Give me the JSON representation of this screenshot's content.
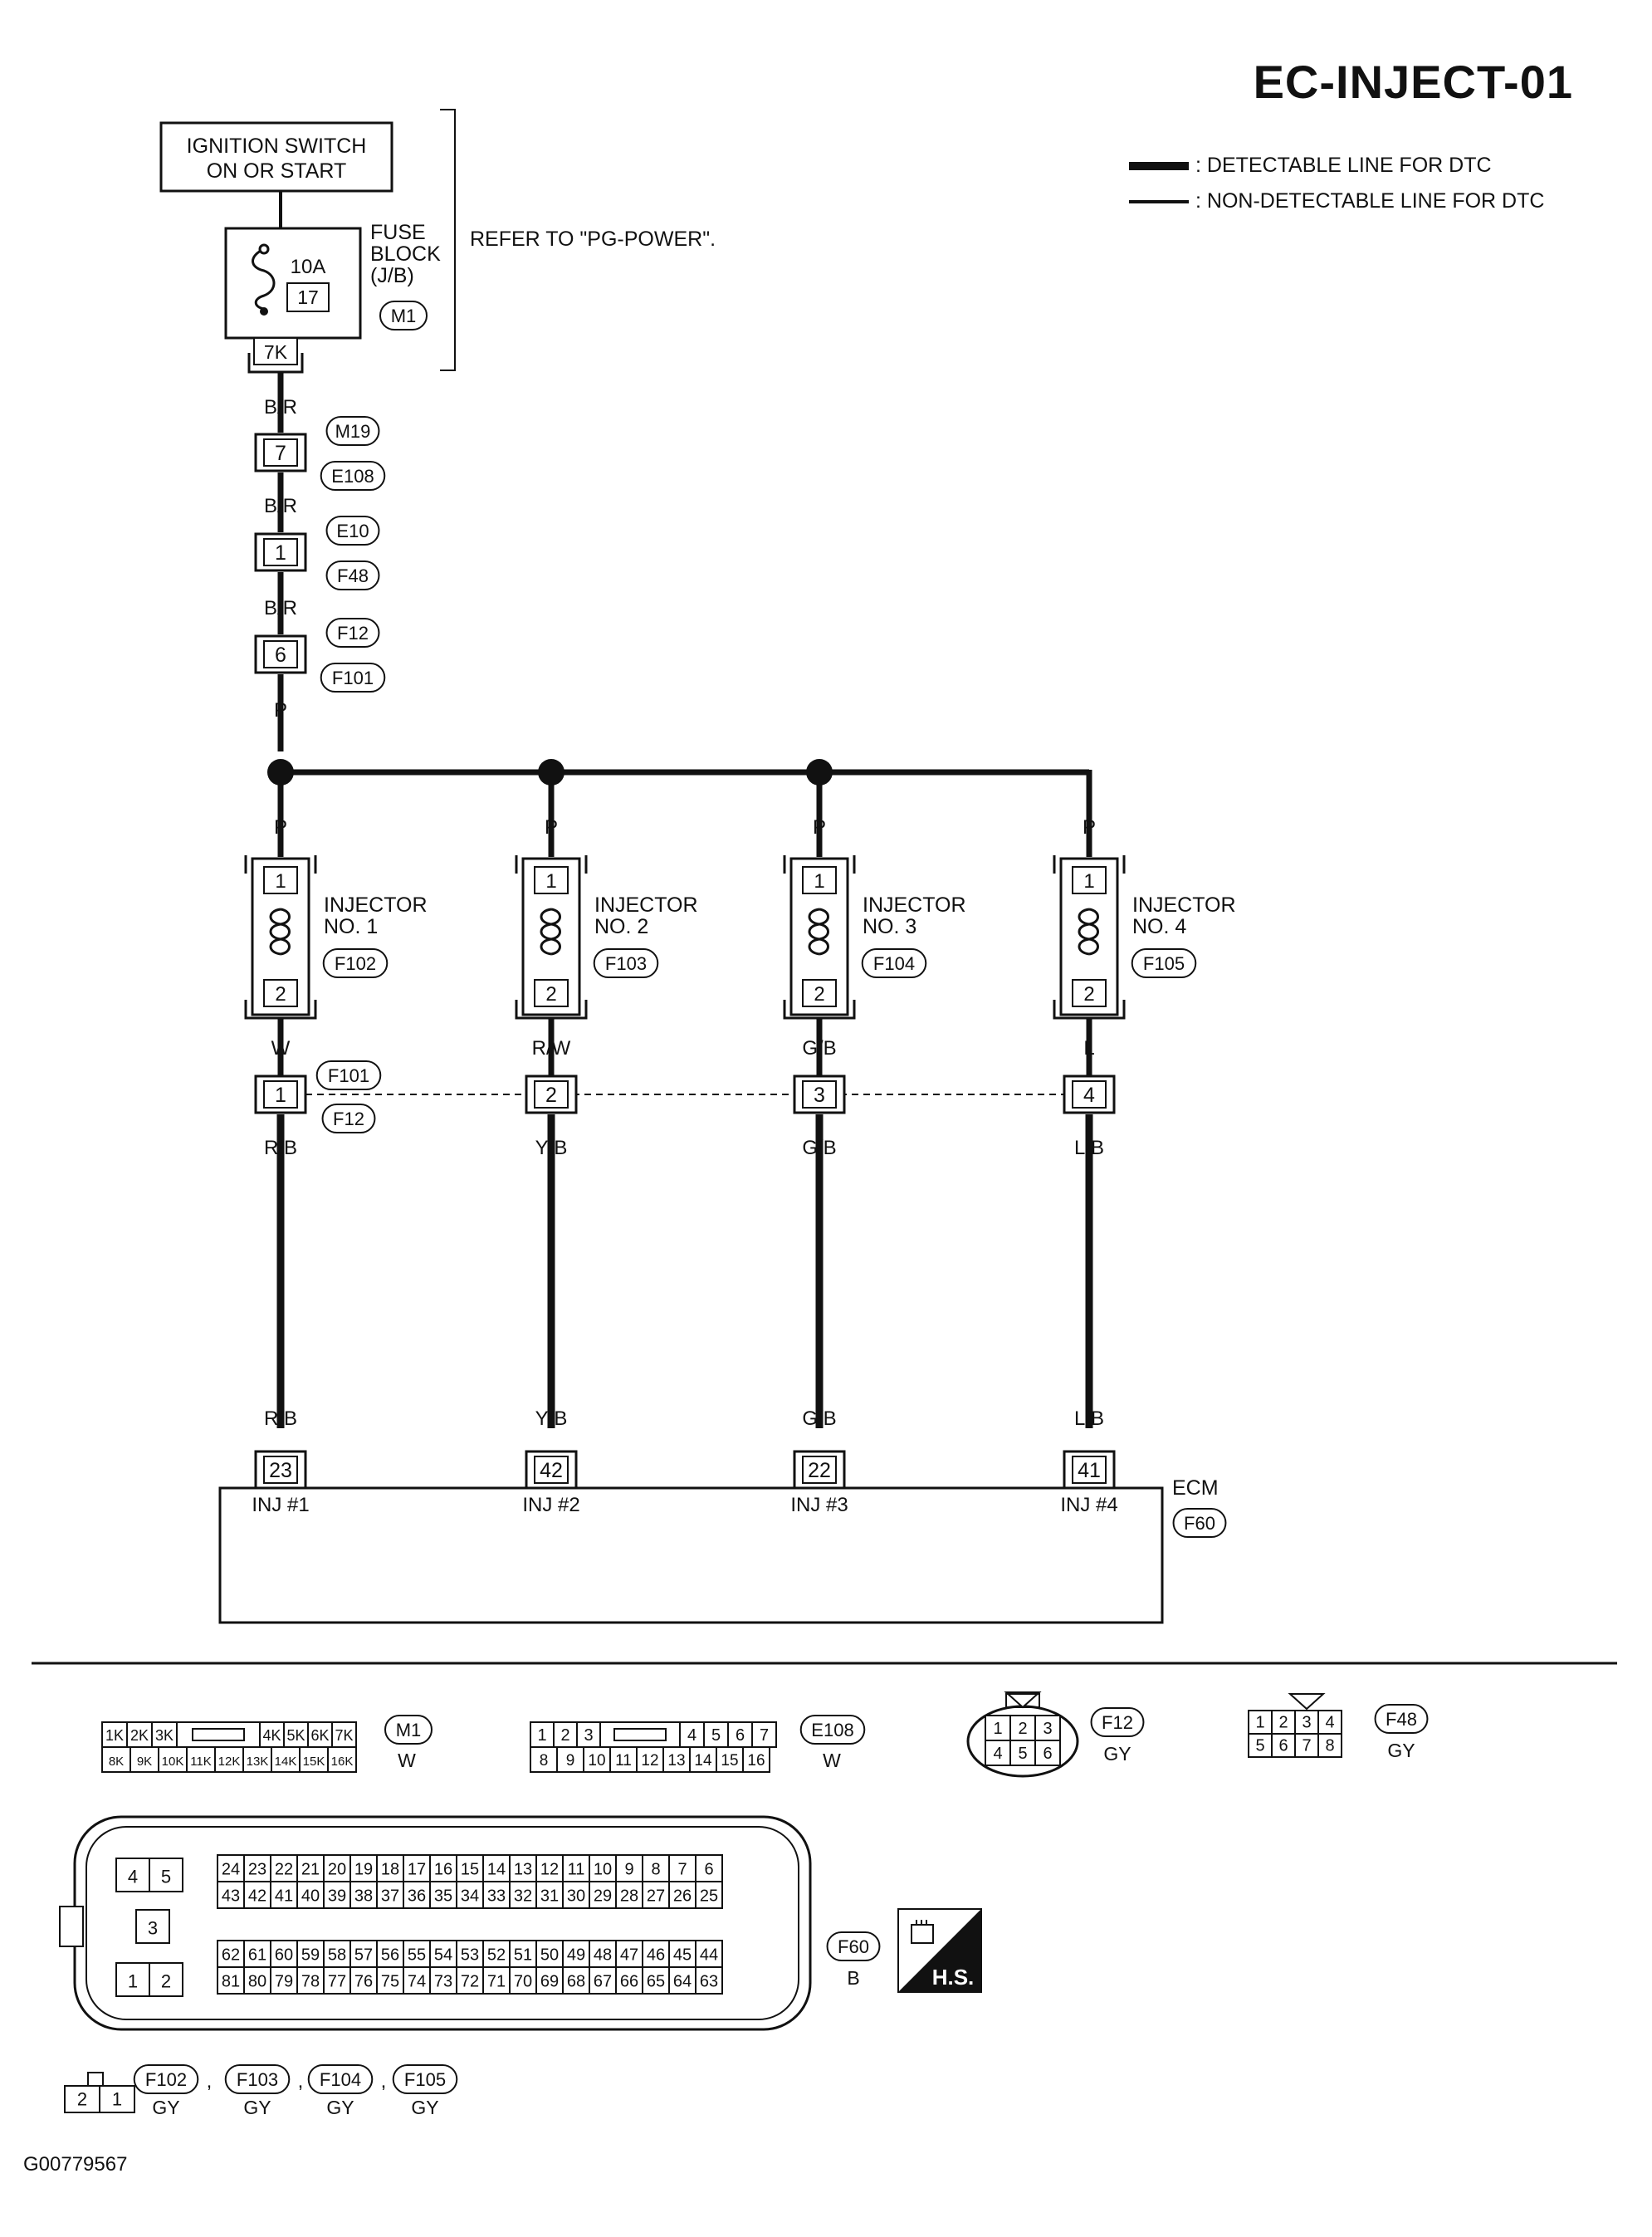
{
  "page": {
    "title": "EC-INJECT-01",
    "figure_code": "G00779567"
  },
  "legend": {
    "detectable": ": DETECTABLE LINE FOR DTC",
    "non_detectable": ": NON-DETECTABLE LINE FOR DTC"
  },
  "power": {
    "ignition_line1": "IGNITION SWITCH",
    "ignition_line2": "ON OR START",
    "fuse_line1": "FUSE",
    "fuse_line2": "BLOCK",
    "fuse_line3": "(J/B)",
    "fuse_amp": "10A",
    "fuse_num": "17",
    "fuse_conn": "M1",
    "fuse_term": "7K",
    "refer": "REFER TO \"PG-POWER\"."
  },
  "supply_chain": [
    {
      "wire": "B/R",
      "pin": "7",
      "conn_top": "M19",
      "conn_bottom": "E108"
    },
    {
      "wire": "B/R",
      "pin": "1",
      "conn_top": "E10",
      "conn_bottom": "F48"
    },
    {
      "wire": "B/R",
      "pin": "6",
      "conn_top": "F12",
      "conn_bottom": "F101"
    }
  ],
  "supply_wire_after": "P",
  "injectors": [
    {
      "name_line1": "INJECTOR",
      "name_line2": "NO. 1",
      "conn": "F102",
      "supply_wire": "P",
      "pin_top": "1",
      "pin_bottom": "2",
      "out_wire": "W",
      "joint_pin": "1",
      "harness_wire": "R/B",
      "ecm_wire": "R/B",
      "ecm_pin": "23",
      "ecm_label": "INJ #1"
    },
    {
      "name_line1": "INJECTOR",
      "name_line2": "NO. 2",
      "conn": "F103",
      "supply_wire": "P",
      "pin_top": "1",
      "pin_bottom": "2",
      "out_wire": "R/W",
      "joint_pin": "2",
      "harness_wire": "Y/B",
      "ecm_wire": "Y/B",
      "ecm_pin": "42",
      "ecm_label": "INJ #2"
    },
    {
      "name_line1": "INJECTOR",
      "name_line2": "NO. 3",
      "conn": "F104",
      "supply_wire": "P",
      "pin_top": "1",
      "pin_bottom": "2",
      "out_wire": "G/B",
      "joint_pin": "3",
      "harness_wire": "G/B",
      "ecm_wire": "G/B",
      "ecm_pin": "22",
      "ecm_label": "INJ #3"
    },
    {
      "name_line1": "INJECTOR",
      "name_line2": "NO. 4",
      "conn": "F105",
      "supply_wire": "P",
      "pin_top": "1",
      "pin_bottom": "2",
      "out_wire": "L",
      "joint_pin": "4",
      "harness_wire": "L/B",
      "ecm_wire": "L/B",
      "ecm_pin": "41",
      "ecm_label": "INJ #4"
    }
  ],
  "joint_connectors": {
    "top": "F101",
    "bottom": "F12"
  },
  "ecm": {
    "label": "ECM",
    "conn": "F60"
  },
  "connectors": {
    "m1": {
      "row1": [
        "1K",
        "2K",
        "3K",
        "4K",
        "5K",
        "6K",
        "7K"
      ],
      "row2": [
        "8K",
        "9K",
        "10K",
        "11K",
        "12K",
        "13K",
        "14K",
        "15K",
        "16K"
      ],
      "id": "M1",
      "color": "W"
    },
    "e108": {
      "row1": [
        "1",
        "2",
        "3",
        "4",
        "5",
        "6",
        "7"
      ],
      "row2": [
        "8",
        "9",
        "10",
        "11",
        "12",
        "13",
        "14",
        "15",
        "16"
      ],
      "id": "E108",
      "color": "W"
    },
    "f12": {
      "row1": [
        "1",
        "2",
        "3"
      ],
      "row2": [
        "4",
        "5",
        "6"
      ],
      "id": "F12",
      "color": "GY"
    },
    "f48": {
      "row1": [
        "1",
        "2",
        "3",
        "4"
      ],
      "row2": [
        "5",
        "6",
        "7",
        "8"
      ],
      "id": "F48",
      "color": "GY"
    },
    "f60": {
      "small_top": [
        "4",
        "5"
      ],
      "small_mid": [
        "3"
      ],
      "small_bottom": [
        "1",
        "2"
      ],
      "row1": [
        "24",
        "23",
        "22",
        "21",
        "20",
        "19",
        "18",
        "17",
        "16",
        "15",
        "14",
        "13",
        "12",
        "11",
        "10",
        "9",
        "8",
        "7",
        "6"
      ],
      "row2": [
        "43",
        "42",
        "41",
        "40",
        "39",
        "38",
        "37",
        "36",
        "35",
        "34",
        "33",
        "32",
        "31",
        "30",
        "29",
        "28",
        "27",
        "26",
        "25"
      ],
      "row3": [
        "62",
        "61",
        "60",
        "59",
        "58",
        "57",
        "56",
        "55",
        "54",
        "53",
        "52",
        "51",
        "50",
        "49",
        "48",
        "47",
        "46",
        "45",
        "44"
      ],
      "row4": [
        "81",
        "80",
        "79",
        "78",
        "77",
        "76",
        "75",
        "74",
        "73",
        "72",
        "71",
        "70",
        "69",
        "68",
        "67",
        "66",
        "65",
        "64",
        "63"
      ],
      "id": "F60",
      "color": "B",
      "hs": "H.S."
    },
    "inj": {
      "pins": [
        "2",
        "1"
      ],
      "items": [
        {
          "id": "F102",
          "color": "GY"
        },
        {
          "id": "F103",
          "color": "GY"
        },
        {
          "id": "F104",
          "color": "GY"
        },
        {
          "id": "F105",
          "color": "GY"
        }
      ],
      "sep": ","
    }
  }
}
